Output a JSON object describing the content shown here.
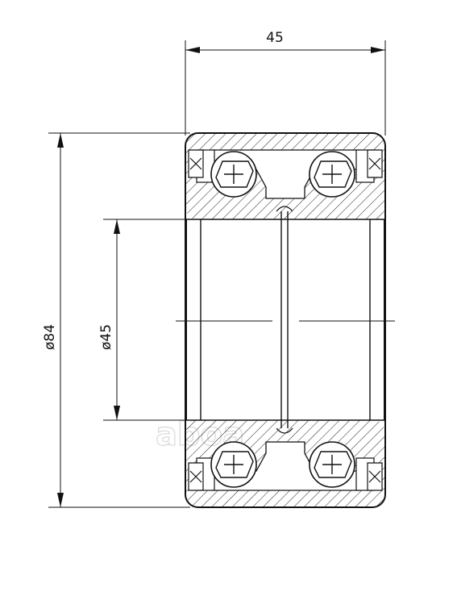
{
  "drawing": {
    "dimensions": {
      "width_label": "45",
      "outer_diameter_label": "ø84",
      "inner_diameter_label": "ø45"
    },
    "watermark": "aboa"
  }
}
